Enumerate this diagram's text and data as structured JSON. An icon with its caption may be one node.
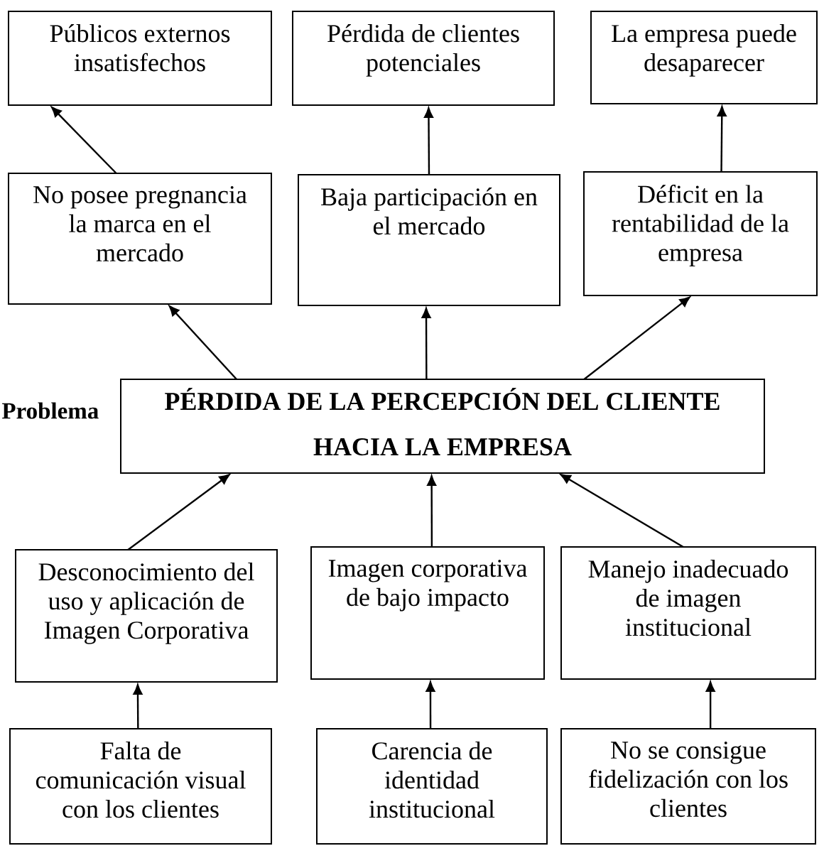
{
  "diagram": {
    "nodes": [
      {
        "text": [
          "Públicos externos insatisfechos"
        ]
      },
      {
        "text": [
          "Pérdida de clientes potenciales"
        ]
      },
      {
        "text": [
          "La empresa puede desaparecer"
        ]
      },
      {
        "text": [
          "No posee pregnancia la marca en el mercado"
        ]
      },
      {
        "text": [
          "Baja participación en el mercado"
        ]
      },
      {
        "text": [
          "Déficit en la rentabilidad de la empresa"
        ]
      },
      {
        "text": [
          "PÉRDIDA DE LA PERCEPCIÓN DEL CLIENTE HACIA LA EMPRESA"
        ]
      },
      {
        "text": [
          "Desconocimiento del uso y aplicación de Imagen Corporativa"
        ]
      },
      {
        "text": [
          "Imagen corporativa de bajo impacto"
        ]
      },
      {
        "text": [
          "Manejo inadecuado de imagen institucional"
        ]
      },
      {
        "text": [
          "Falta de comunicación visual con los clientes"
        ]
      },
      {
        "text": [
          "Carencia de identidad institucional"
        ]
      },
      {
        "text": [
          "No se consigue fidelización con los clientes"
        ]
      }
    ],
    "edges": [
      {
        "from": 3,
        "to": 0,
        "arrow": "to"
      },
      {
        "from": 4,
        "to": 1,
        "arrow": "to"
      },
      {
        "from": 5,
        "to": 2,
        "arrow": "to"
      },
      {
        "from": 6,
        "to": 3,
        "arrow": "to"
      },
      {
        "from": 6,
        "to": 4,
        "arrow": "to"
      },
      {
        "from": 6,
        "to": 5,
        "arrow": "to"
      },
      {
        "from": 7,
        "to": 6,
        "arrow": "to"
      },
      {
        "from": 8,
        "to": 6,
        "arrow": "to"
      },
      {
        "from": 9,
        "to": 6,
        "arrow": "to"
      },
      {
        "from": 10,
        "to": 7,
        "arrow": "to"
      },
      {
        "from": 11,
        "to": 8,
        "arrow": "to"
      },
      {
        "from": 12,
        "to": 9,
        "arrow": "to"
      }
    ],
    "labels": [
      "Problema"
    ]
  }
}
